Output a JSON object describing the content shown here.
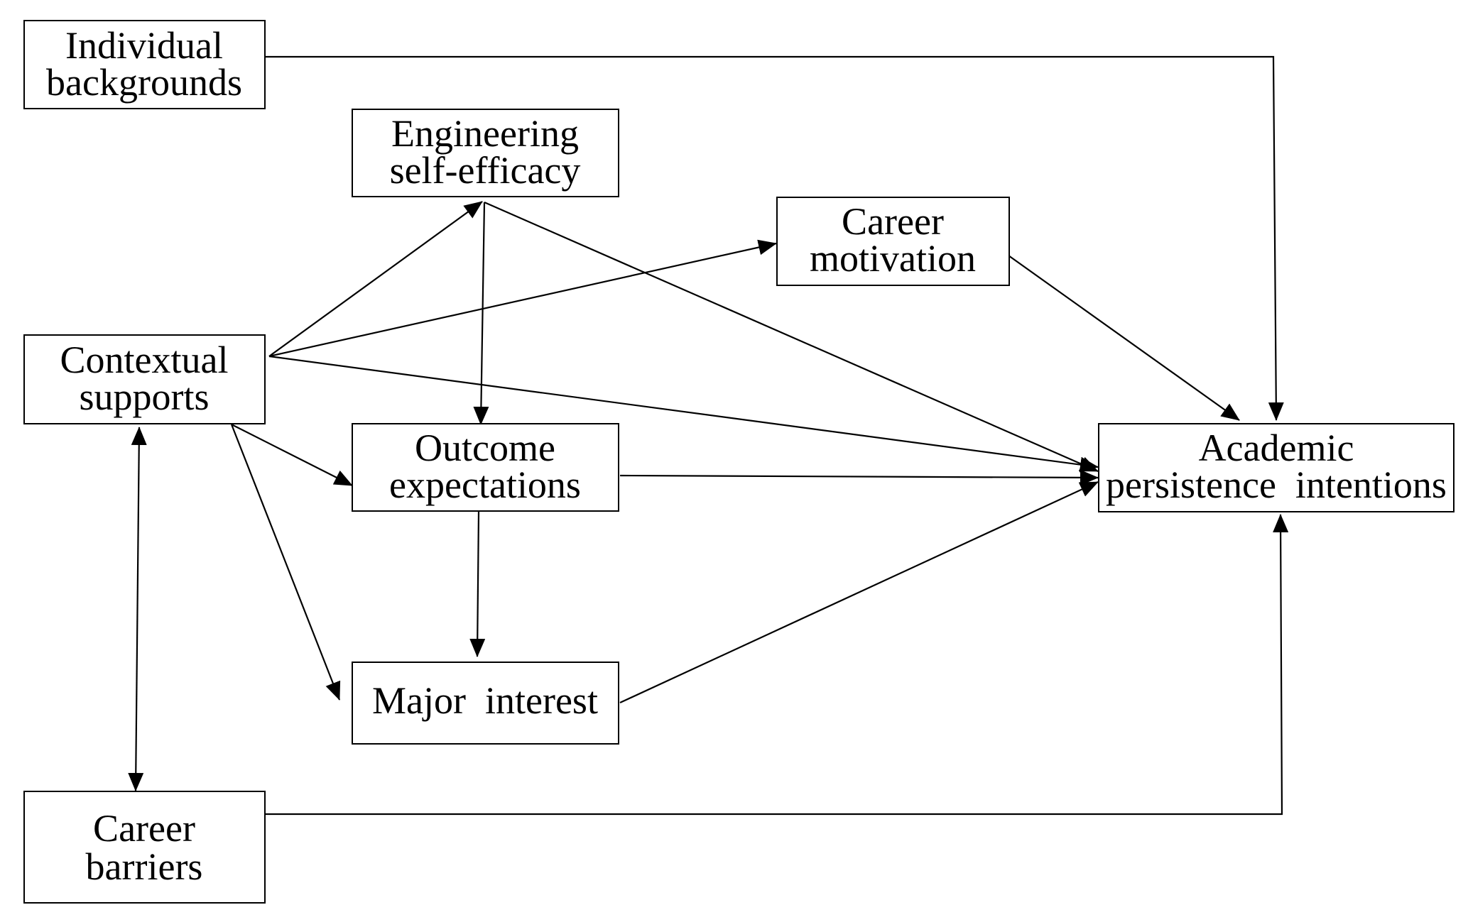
{
  "nodes": {
    "individual_backgrounds": {
      "lines": [
        "Individual",
        "backgrounds"
      ]
    },
    "engineering_self_efficacy": {
      "lines": [
        "Engineering",
        "self-efficacy"
      ]
    },
    "career_motivation": {
      "lines": [
        "Career",
        "motivation"
      ]
    },
    "contextual_supports": {
      "lines": [
        "Contextual",
        "supports"
      ]
    },
    "outcome_expectations": {
      "lines": [
        "Outcome",
        "expectations"
      ]
    },
    "academic_persistence_intentions": {
      "lines": [
        "Academic",
        "persistence  intentions"
      ]
    },
    "major_interest": {
      "lines": [
        "Major  interest"
      ]
    },
    "career_barriers": {
      "lines": [
        "Career",
        "barriers"
      ]
    }
  },
  "edges": [
    {
      "from": "individual_backgrounds",
      "to": "academic_persistence_intentions"
    },
    {
      "from": "contextual_supports",
      "to": "engineering_self_efficacy"
    },
    {
      "from": "contextual_supports",
      "to": "career_motivation"
    },
    {
      "from": "contextual_supports",
      "to": "academic_persistence_intentions"
    },
    {
      "from": "contextual_supports",
      "to": "outcome_expectations"
    },
    {
      "from": "contextual_supports",
      "to": "major_interest"
    },
    {
      "from": "contextual_supports",
      "to": "career_barriers",
      "bidirectional": true
    },
    {
      "from": "engineering_self_efficacy",
      "to": "outcome_expectations"
    },
    {
      "from": "engineering_self_efficacy",
      "to": "academic_persistence_intentions"
    },
    {
      "from": "career_motivation",
      "to": "academic_persistence_intentions"
    },
    {
      "from": "outcome_expectations",
      "to": "academic_persistence_intentions"
    },
    {
      "from": "outcome_expectations",
      "to": "major_interest"
    },
    {
      "from": "major_interest",
      "to": "academic_persistence_intentions"
    },
    {
      "from": "career_barriers",
      "to": "academic_persistence_intentions"
    }
  ]
}
